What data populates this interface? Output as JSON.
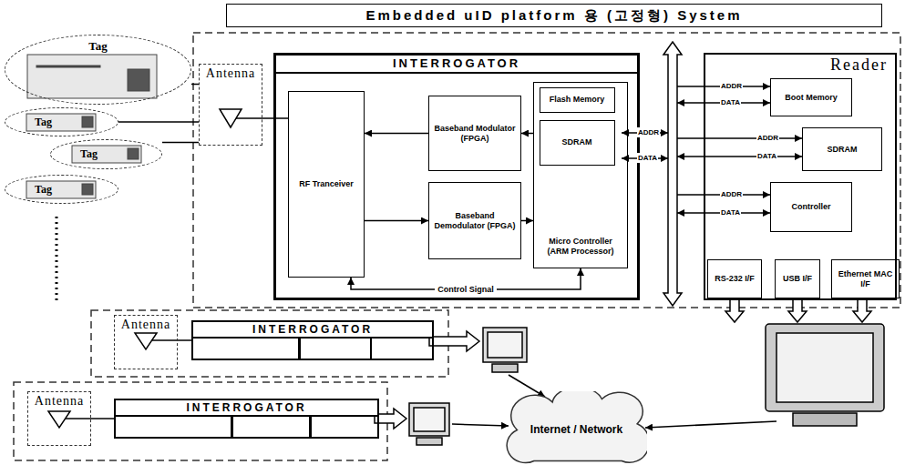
{
  "diagram": {
    "title": "Embedded uID platform 용 (고정형) System",
    "nodes": [
      {
        "text": [
          "Tag"
        ]
      },
      {
        "text": [
          "Tag"
        ]
      },
      {
        "text": [
          "Tag"
        ]
      },
      {
        "text": [
          "Tag"
        ]
      },
      {
        "text": [
          "Antenna"
        ]
      },
      {
        "text": [
          "INTERROGATOR"
        ]
      },
      {
        "text": [
          "RF Tranceiver"
        ],
        "in": 5
      },
      {
        "text": [
          "Baseband Modulator (FPGA)"
        ],
        "in": 5
      },
      {
        "text": [
          "Baseband Demodulator (FPGA)"
        ],
        "in": 5
      },
      {
        "text": [
          "Micro Controller (ARM Processor)"
        ],
        "in": 5
      },
      {
        "text": [
          "Flash Memory"
        ],
        "in": 9
      },
      {
        "text": [
          "SDRAM"
        ],
        "in": 9
      },
      {
        "text": [
          "Reader"
        ]
      },
      {
        "text": [
          "Boot Memory"
        ],
        "in": 12
      },
      {
        "text": [
          "SDRAM"
        ],
        "in": 12
      },
      {
        "text": [
          "Controller"
        ],
        "in": 12
      },
      {
        "text": [
          "RS-232 I/F"
        ],
        "in": 12
      },
      {
        "text": [
          "USB I/F"
        ],
        "in": 12
      },
      {
        "text": [
          "Ethernet MAC I/F"
        ],
        "in": 12
      },
      {
        "text": [
          "Antenna"
        ]
      },
      {
        "text": [
          "INTERROGATOR"
        ]
      },
      {
        "text": [
          "Antenna"
        ]
      },
      {
        "text": [
          "INTERROGATOR"
        ]
      },
      {
        "text": [
          "Internet / Network"
        ]
      }
    ],
    "edges": [
      {
        "from": 0,
        "to": 4,
        "arrow": "none"
      },
      {
        "from": 1,
        "to": 4,
        "arrow": "none"
      },
      {
        "from": 2,
        "to": 4,
        "arrow": "none"
      },
      {
        "from": 4,
        "to": 6,
        "arrow": "none"
      },
      {
        "from": 7,
        "to": 6,
        "arrow": "to"
      },
      {
        "from": 6,
        "to": 8,
        "arrow": "to"
      },
      {
        "from": 9,
        "to": 7,
        "arrow": "to"
      },
      {
        "from": 8,
        "to": 9,
        "arrow": "to"
      },
      {
        "from": 6,
        "to": 9,
        "label": "Control Signal",
        "arrow": "both"
      },
      {
        "from": 19,
        "to": 20,
        "arrow": "none"
      },
      {
        "from": 21,
        "to": 22,
        "arrow": "none"
      }
    ],
    "labels": [
      "ADDR",
      "DATA",
      "ADDR",
      "DATA",
      "ADDR",
      "DATA",
      "ADDR",
      "DATA"
    ]
  }
}
